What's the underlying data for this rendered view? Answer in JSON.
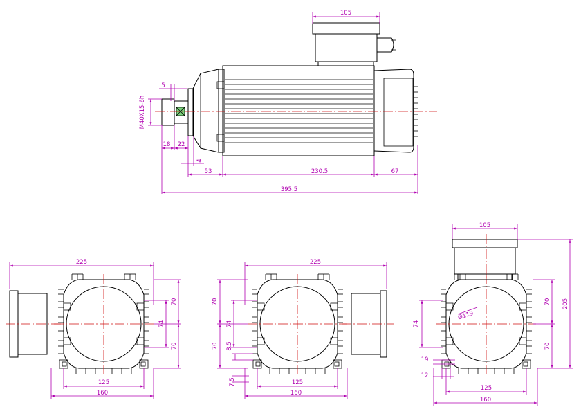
{
  "colors": {
    "outline": "#000000",
    "dimension": "#b000b0",
    "centerline": "#d01010"
  },
  "side_view": {
    "dims": {
      "terminal_box_width": "105",
      "shaft_key": "5",
      "shaft_spec": "M40X15-6h",
      "shaft_len_a": "18",
      "shaft_len_b": "22",
      "flange": "4",
      "front": "53",
      "body": "230.5",
      "rear": "67",
      "overall": "395.5"
    }
  },
  "left_view": {
    "dims": {
      "width": "225",
      "upper": "70",
      "mid": "74",
      "lower": "70",
      "foot_inner": "125",
      "foot_outer": "160"
    }
  },
  "middle_view": {
    "dims": {
      "width": "225",
      "upper": "70",
      "mid": "74",
      "lower": "70",
      "foot_h": "8.5",
      "foot_w": "7.5",
      "foot_inner": "125",
      "foot_outer": "160"
    }
  },
  "right_view": {
    "dims": {
      "box_width": "105",
      "bore": "Ø119",
      "mid": "74",
      "height": "205",
      "upper": "70",
      "lower": "70",
      "foot_a": "19",
      "foot_b": "12",
      "foot_inner": "125",
      "foot_outer": "160"
    }
  }
}
